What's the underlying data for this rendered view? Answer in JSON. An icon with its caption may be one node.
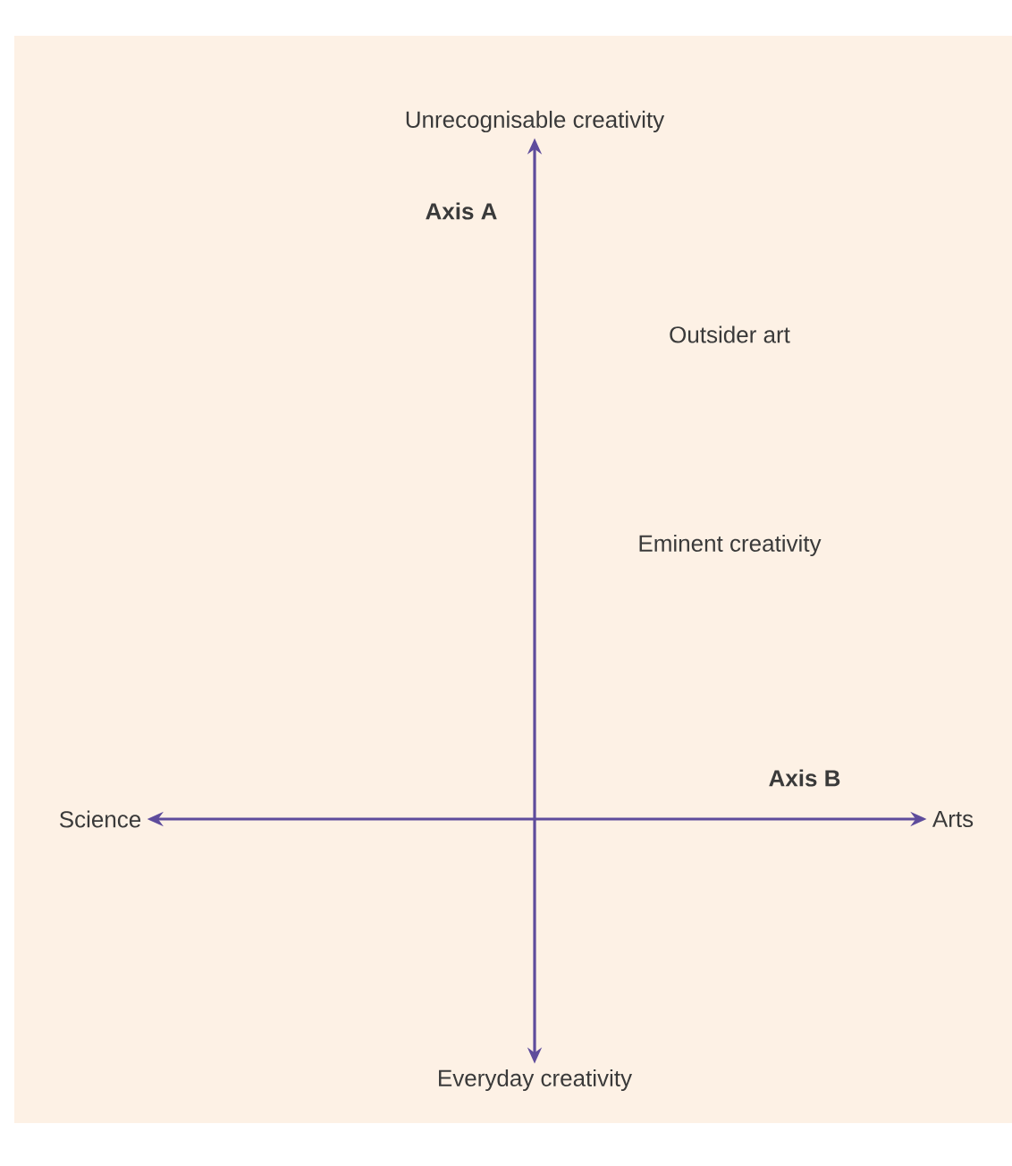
{
  "diagram": {
    "nodes": [
      {
        "text": [
          "Unrecognisable creativity"
        ]
      },
      {
        "text": [
          "Science"
        ]
      },
      {
        "text": [
          "Arts"
        ]
      },
      {
        "text": [
          "Everyday creativity"
        ]
      }
    ],
    "edges": [
      {
        "from": 0,
        "to": 3,
        "arrow": "both",
        "label": "Axis A"
      },
      {
        "from": 1,
        "to": 2,
        "arrow": "both",
        "label": "Axis B"
      }
    ],
    "labels": [
      "Outsider art",
      "Eminent creativity"
    ]
  }
}
